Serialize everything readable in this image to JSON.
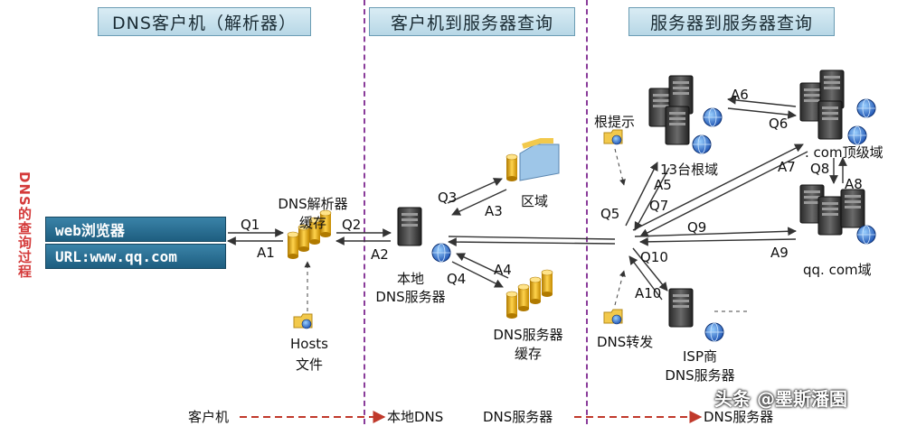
{
  "headers": {
    "client": "DNS客户机（解析器）",
    "client_to_server": "客户机到服务器查询",
    "server_to_server": "服务器到服务器查询"
  },
  "side_title": "DNS的查询过程",
  "browser": {
    "title": "web浏览器",
    "url": "URL:www.qq.com"
  },
  "nodes": {
    "resolver_cache_1": "DNS解析器",
    "resolver_cache_2": "缓存",
    "hosts_1": "Hosts",
    "hosts_2": "文件",
    "local_dns_1": "本地",
    "local_dns_2": "DNS服务器",
    "zone": "区域",
    "dns_cache_1": "DNS服务器",
    "dns_cache_2": "缓存",
    "root_hints": "根提示",
    "root_13": "13台根域",
    "com_tld": ". com顶级域",
    "qq_com": "qq. com域",
    "forwarder": "DNS转发",
    "isp_1": "ISP商",
    "isp_2": "DNS服务器"
  },
  "arrows": {
    "q1": "Q1",
    "a1": "A1",
    "q2": "Q2",
    "a2": "A2",
    "q3": "Q3",
    "a3": "A3",
    "q4": "Q4",
    "a4": "A4",
    "q5": "Q5",
    "a5": "A5",
    "q6": "Q6",
    "a6": "A6",
    "q7": "Q7",
    "a7": "A7",
    "q8": "Q8",
    "a8": "A8",
    "q9": "Q9",
    "a9": "A9",
    "q10": "Q10",
    "a10": "A10"
  },
  "legend_bottom": {
    "client": "客户机",
    "local_dns": "本地DNS",
    "dns_server": "DNS服务器",
    "dns_server_2": "DNS服务器"
  },
  "watermark": "头条 @墨斯潘園",
  "colors": {
    "header_border": "#6a9cb3",
    "divider": "#8a3c9a",
    "side_title": "#d43a3a",
    "arrow_red": "#c0392b",
    "browser_bg": "#1e5e80"
  }
}
